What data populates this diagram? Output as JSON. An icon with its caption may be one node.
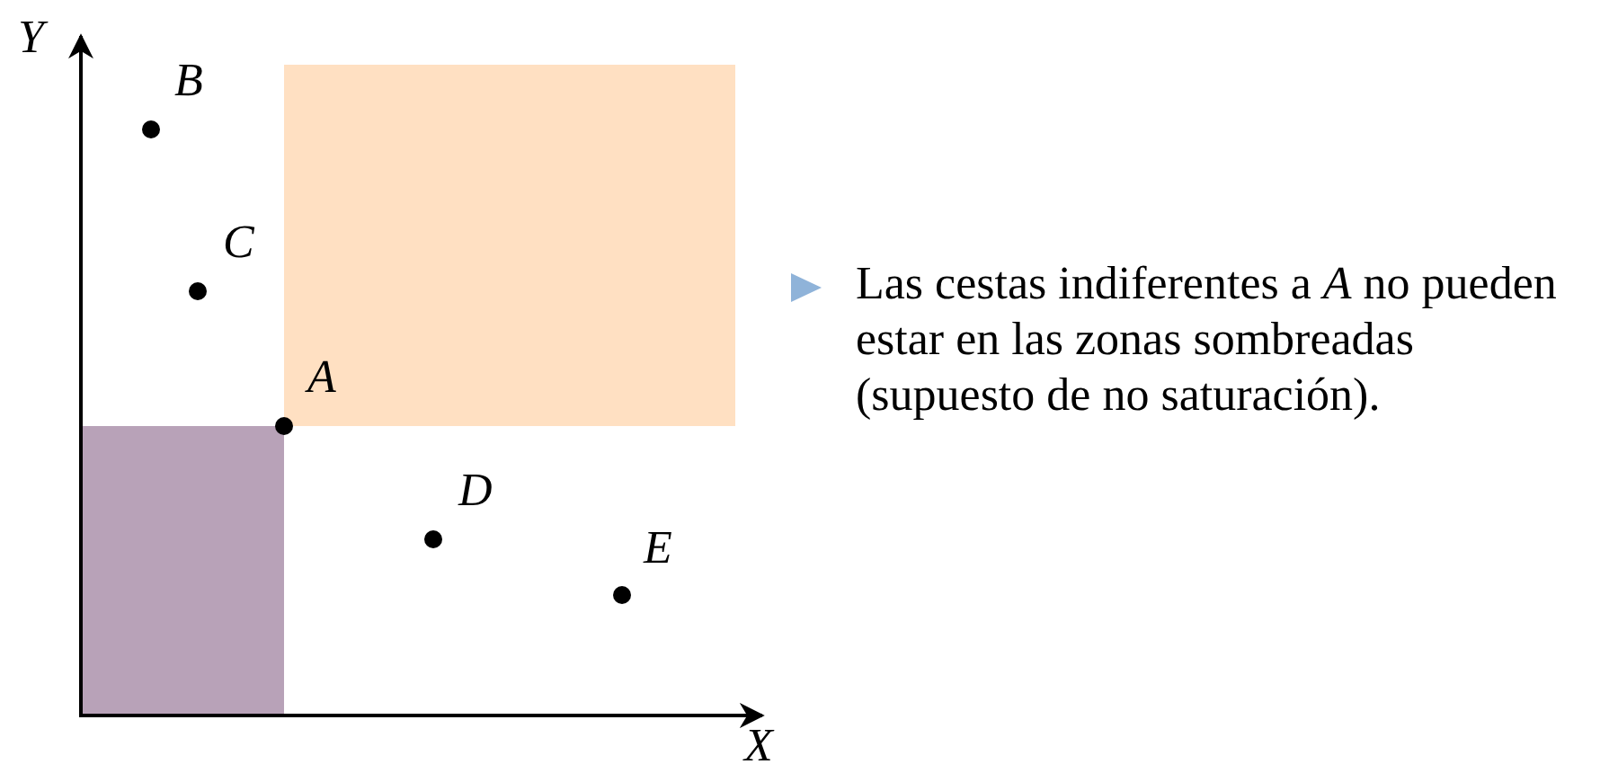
{
  "diagram": {
    "labels": [
      "Y",
      "B",
      "C",
      "A",
      "D",
      "E",
      "X",
      "Las cestas indiferentes a *A* no pueden estar en las zonas sombreadas (supuesto de no saturación)."
    ]
  }
}
